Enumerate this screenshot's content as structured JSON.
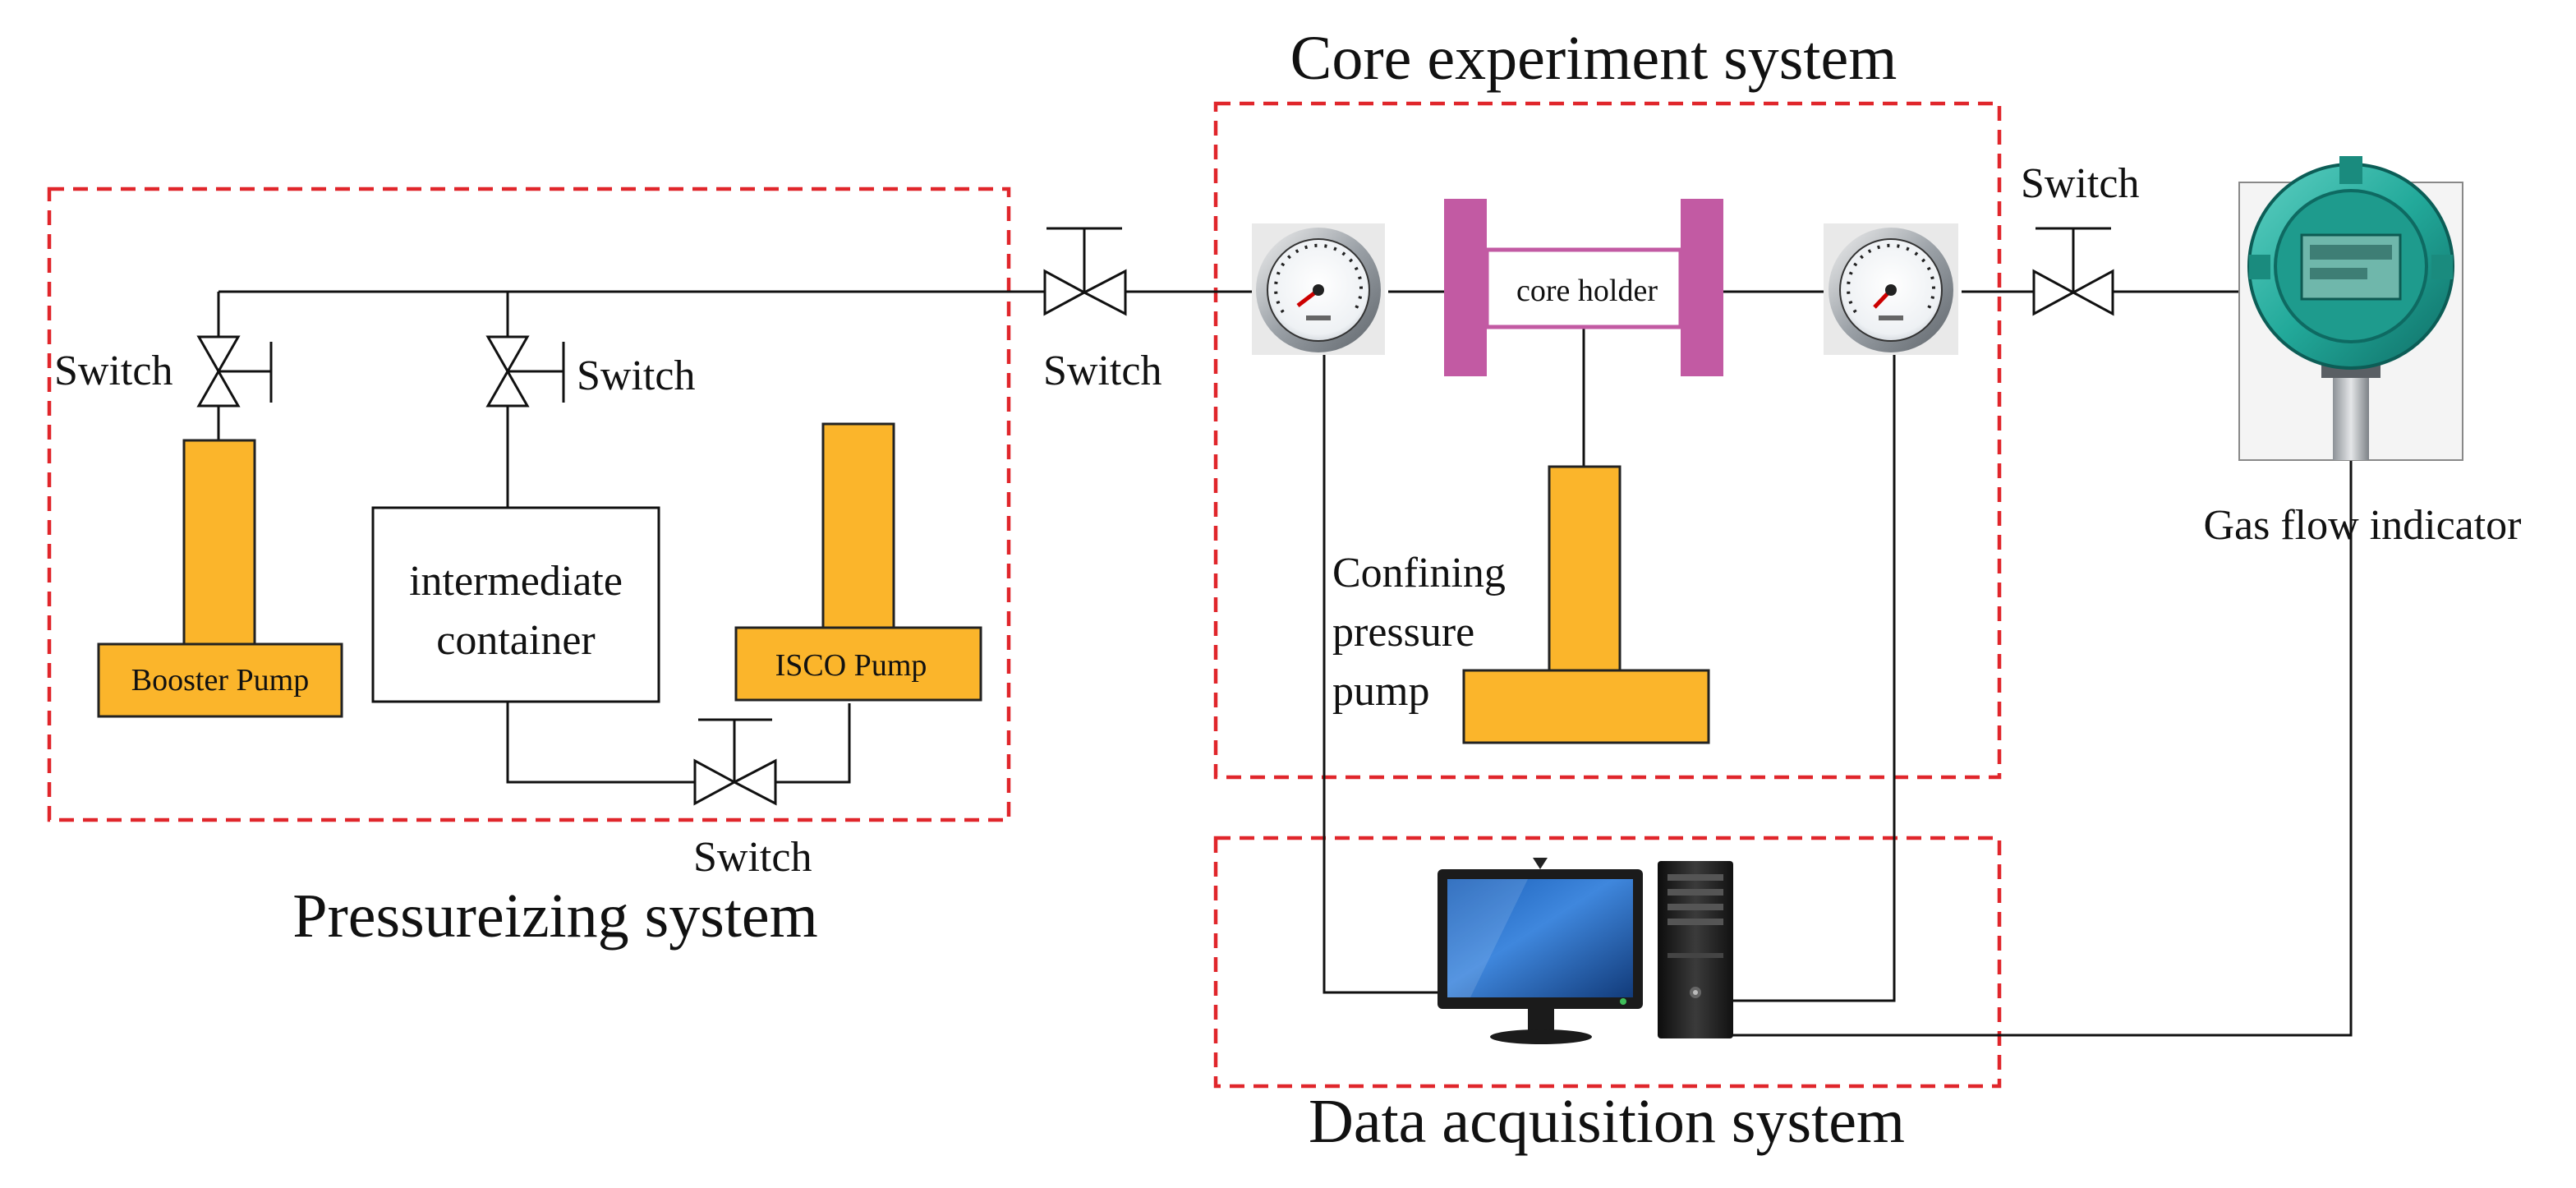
{
  "titles": {
    "core_system": "Core experiment system",
    "pressurizing_system": "Pressureizing system",
    "data_acquisition": "Data acquisition system"
  },
  "labels": {
    "switch_left_1": "Switch",
    "switch_left_2": "Switch",
    "switch_bottom": "Switch",
    "switch_middle": "Switch",
    "switch_right": "Switch",
    "booster_pump": "Booster Pump",
    "intermediate_container_line1": "intermediate",
    "intermediate_container_line2": "container",
    "isco_pump": "ISCO Pump",
    "core_holder": "core holder",
    "confining_line1": "Confining",
    "confining_line2": "pressure",
    "confining_line3": "pump",
    "gas_flow_indicator": "Gas flow indicator"
  },
  "colors": {
    "dashed_box": "#e0262b",
    "pump": "#fbb52b",
    "core_holder_frame": "#c25aa3",
    "line": "#111111"
  },
  "icons": [
    "pressure-gauge-icon",
    "computer-monitor-icon",
    "computer-tower-icon",
    "gas-flow-meter-icon",
    "valve-icon"
  ]
}
